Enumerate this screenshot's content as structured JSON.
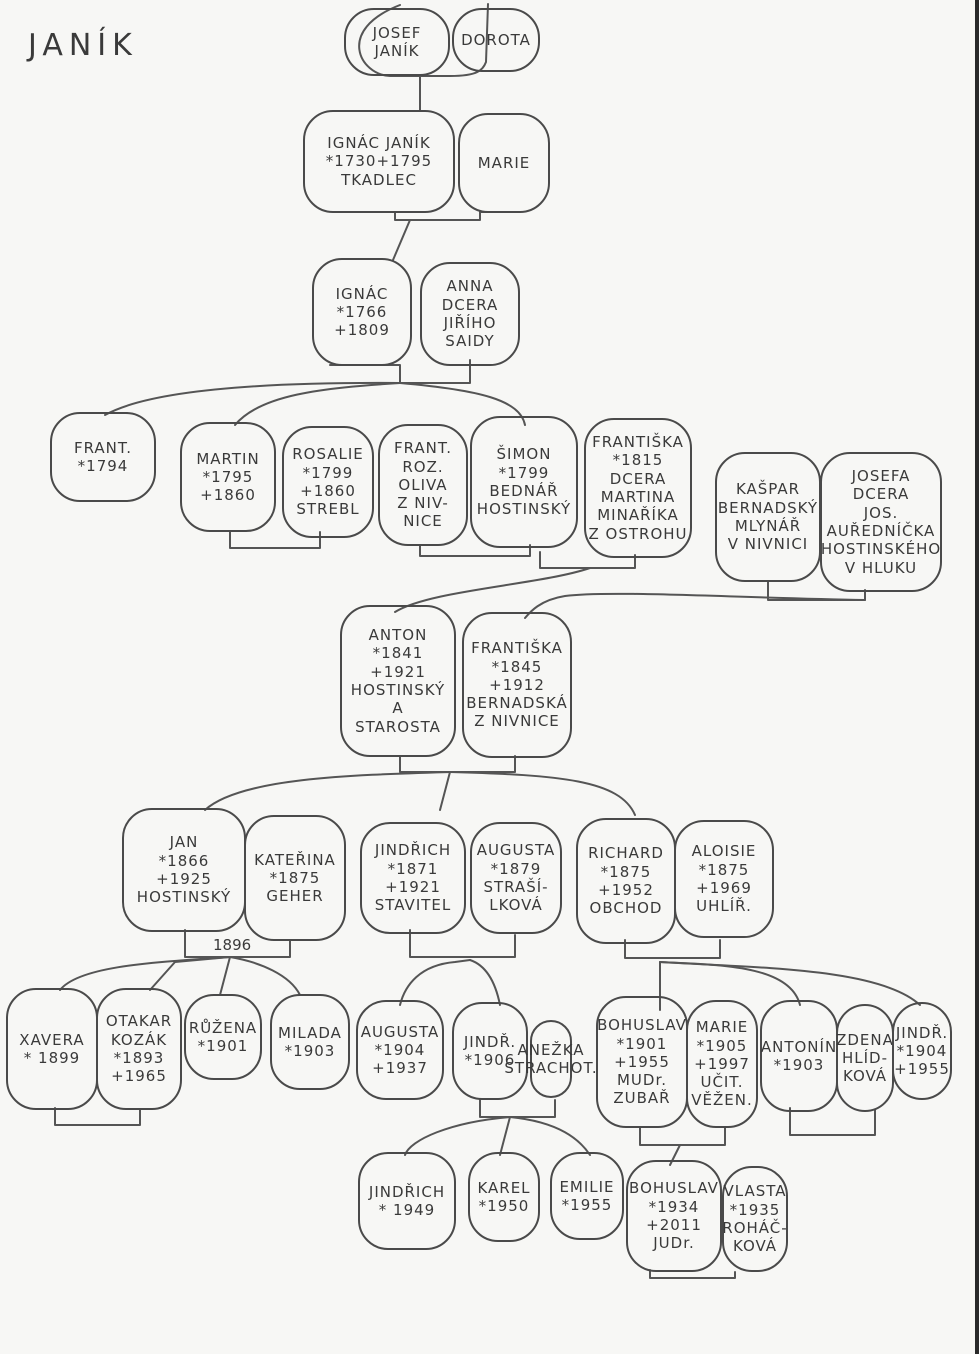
{
  "title": "JANÍK",
  "nodes": [
    {
      "id": "josef",
      "lines": [
        "JOSEF",
        "JANÍK"
      ]
    },
    {
      "id": "dorota",
      "lines": [
        "DOROTA"
      ]
    },
    {
      "id": "ignac1",
      "lines": [
        "IGNÁC JANÍK",
        "*1730+1795",
        "TKADLEC"
      ]
    },
    {
      "id": "marie1",
      "lines": [
        "MARIE"
      ]
    },
    {
      "id": "ignac2",
      "lines": [
        "IGNÁC",
        "*1766",
        "+1809"
      ]
    },
    {
      "id": "anna",
      "lines": [
        "ANNA",
        "DCERA",
        "JIŘÍHO",
        "SAIDY"
      ]
    },
    {
      "id": "frant1794",
      "lines": [
        "FRANT.",
        "*1794"
      ]
    },
    {
      "id": "martin",
      "lines": [
        "MARTIN",
        "*1795",
        "+1860"
      ]
    },
    {
      "id": "rosalie",
      "lines": [
        "ROSALIE",
        "*1799",
        "+1860",
        "STREBL"
      ]
    },
    {
      "id": "frantroz",
      "lines": [
        "FRANT.",
        "ROZ.",
        "OLIVA",
        "Z NIV-",
        "NICE"
      ]
    },
    {
      "id": "simon",
      "lines": [
        "ŠIMON",
        "*1799",
        "BEDNÁŘ",
        "HOSTINSKÝ"
      ]
    },
    {
      "id": "frantiska1815",
      "lines": [
        "FRANTIŠKA",
        "*1815",
        "DCERA",
        "MARTINA",
        "MINAŘÍKA",
        "Z OSTROHU"
      ]
    },
    {
      "id": "kaspar",
      "lines": [
        "KAŠPAR",
        "BERNADSKÝ",
        "MLYNÁŘ",
        "V NIVNICI"
      ]
    },
    {
      "id": "josefa",
      "lines": [
        "JOSEFA",
        "DCERA",
        "JOS.",
        "AUŘEDNÍČKA",
        "HOSTINSKÉHO",
        "V HLUKU"
      ]
    },
    {
      "id": "anton",
      "lines": [
        "ANTON",
        "*1841",
        "+1921",
        "HOSTINSKÝ",
        "A",
        "STAROSTA"
      ]
    },
    {
      "id": "frantiska1845",
      "lines": [
        "FRANTIŠKA",
        "*1845",
        "+1912",
        "BERNADSKÁ",
        "Z NIVNICE"
      ]
    },
    {
      "id": "jan",
      "lines": [
        "JAN",
        "*1866",
        "+1925",
        "HOSTINSKÝ"
      ]
    },
    {
      "id": "katerina",
      "lines": [
        "KATEŘINA",
        "*1875",
        "GEHER"
      ]
    },
    {
      "id": "jindrich1871",
      "lines": [
        "JINDŘICH",
        "*1871",
        "+1921",
        "STAVITEL"
      ]
    },
    {
      "id": "augusta1879",
      "lines": [
        "AUGUSTA",
        "*1879",
        "STRAŠÍ-",
        "LKOVÁ"
      ]
    },
    {
      "id": "richard",
      "lines": [
        "RICHARD",
        "*1875",
        "+1952",
        "OBCHOD"
      ]
    },
    {
      "id": "aloisie",
      "lines": [
        "ALOISIE",
        "*1875",
        "+1969",
        "UHLÍŘ."
      ]
    },
    {
      "id": "xavera",
      "lines": [
        "XAVERA",
        "* 1899"
      ]
    },
    {
      "id": "otakar",
      "lines": [
        "OTAKAR",
        "KOZÁK",
        "*1893",
        "+1965"
      ]
    },
    {
      "id": "ruzena",
      "lines": [
        "RŮŽENA",
        "*1901"
      ]
    },
    {
      "id": "milada",
      "lines": [
        "MILADA",
        "*1903"
      ]
    },
    {
      "id": "augusta1904",
      "lines": [
        "AUGUSTA",
        "*1904",
        "+1937"
      ]
    },
    {
      "id": "jindr1906",
      "lines": [
        "JINDŘ.",
        "*1906"
      ]
    },
    {
      "id": "anezka",
      "lines": [
        "ANEŽKA",
        "STRACHOT."
      ]
    },
    {
      "id": "bohuslav1901",
      "lines": [
        "BOHUSLAV",
        "*1901",
        "+1955",
        "MUDr.",
        "ZUBAŘ"
      ]
    },
    {
      "id": "marie1905",
      "lines": [
        "MARIE",
        "*1905",
        "+1997",
        "UČIT.",
        "VĚŽEN."
      ]
    },
    {
      "id": "antonin",
      "lines": [
        "ANTONÍN",
        "*1903"
      ]
    },
    {
      "id": "zdena",
      "lines": [
        "ZDENA",
        "HLÍD-",
        "KOVÁ"
      ]
    },
    {
      "id": "jindr1904",
      "lines": [
        "JINDŘ.",
        "*1904",
        "+1955"
      ]
    },
    {
      "id": "jindrich1949",
      "lines": [
        "JINDŘICH",
        "* 1949"
      ]
    },
    {
      "id": "karel",
      "lines": [
        "KAREL",
        "*1950"
      ]
    },
    {
      "id": "emilie",
      "lines": [
        "EMILIE",
        "*1955"
      ]
    },
    {
      "id": "bohuslav1934",
      "lines": [
        "BOHUSLAV",
        "*1934",
        "+2011",
        "JUDr."
      ]
    },
    {
      "id": "vlasta",
      "lines": [
        "VLASTA",
        "*1935",
        "ROHÁČ-",
        "KOVÁ"
      ]
    }
  ],
  "annotations": {
    "jan_katerina_marriage": "1896"
  }
}
